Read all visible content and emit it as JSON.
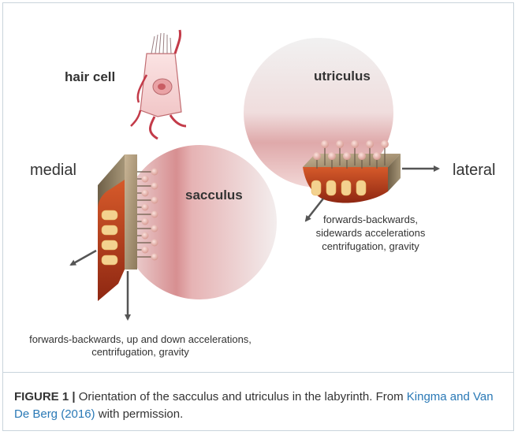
{
  "diagram": {
    "labels": {
      "hair_cell": "hair cell",
      "utriculus": "utriculus",
      "sacculus": "sacculus",
      "medial": "medial",
      "lateral": "lateral"
    },
    "utriculus_note": [
      "forwards-backwards,",
      "sidewards accelerations",
      "centrifugation, gravity"
    ],
    "sacculus_note": [
      "forwards-backwards, up and down accelerations,",
      "centrifugation, gravity"
    ]
  },
  "caption": {
    "figure_label": "FIGURE 1 |",
    "text": " Orientation of the sacculus and utriculus in the labyrinth. From ",
    "citation": "Kingma and Van De Berg (2016)",
    "suffix": " with permission."
  }
}
